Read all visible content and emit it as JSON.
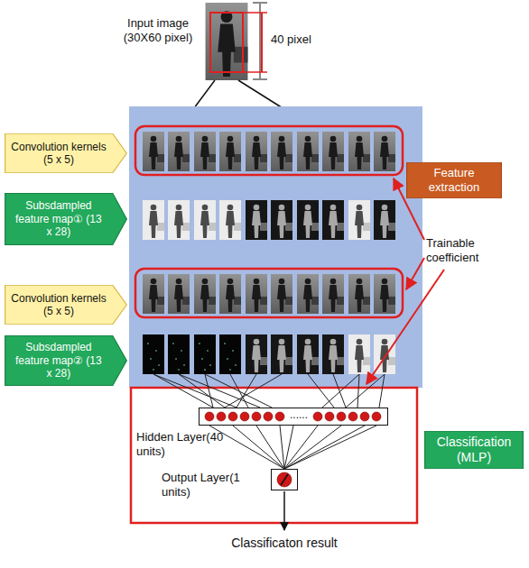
{
  "diagram": {
    "nodes": [
      {
        "text": [
          "Convolution kernels (5 x 5)"
        ]
      },
      {
        "text": [
          "Feature extraction"
        ]
      },
      {
        "text": [
          "Subsdampled feature map① (13 x 28)"
        ]
      },
      {
        "text": [
          "Convolution kernels (5 x 5)"
        ]
      },
      {
        "text": [
          "Subsdampled feature map② (13 x 28)"
        ]
      },
      {
        "text": [
          "Hidden Layer(40 units)",
          "......"
        ]
      },
      {
        "text": [
          "Classification (MLP)"
        ]
      },
      {
        "text": [
          "Output Layer(1 units)"
        ]
      }
    ],
    "edges": [
      {
        "from": 5,
        "to": 7,
        "arrow": "none"
      }
    ],
    "labels": [
      "Input image (30X60 pixel)",
      "40 pixel",
      "Trainable coefficient",
      "Classificaton result"
    ]
  }
}
